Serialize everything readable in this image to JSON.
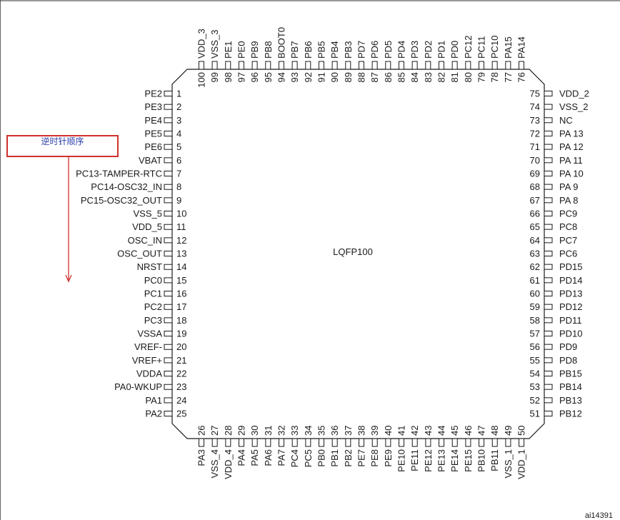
{
  "package": {
    "label": "LQFP100"
  },
  "figure_id": "ai14391",
  "annotation": {
    "text": "逆时针顺序",
    "color": "#d0312d",
    "text_color": "#2b3fa8"
  },
  "pins": {
    "left": [
      "PE2",
      "PE3",
      "PE4",
      "PE5",
      "PE6",
      "VBAT",
      "PC13-TAMPER-RTC",
      "PC14-OSC32_IN",
      "PC15-OSC32_OUT",
      "VSS_5",
      "VDD_5",
      "OSC_IN",
      "OSC_OUT",
      "NRST",
      "PC0",
      "PC1",
      "PC2",
      "PC3",
      "VSSA",
      "VREF-",
      "VREF+",
      "VDDA",
      "PA0-WKUP",
      "PA1",
      "PA2"
    ],
    "bottom": [
      "PA3",
      "VSS_4",
      "VDD_4",
      "PA4",
      "PA5",
      "PA6",
      "PA7",
      "PC4",
      "PC5",
      "PB0",
      "PB1",
      "PB2",
      "PE7",
      "PE8",
      "PE9",
      "PE10",
      "PE11",
      "PE12",
      "PE13",
      "PE14",
      "PE15",
      "PB10",
      "PB11",
      "VSS_1",
      "VDD_1"
    ],
    "right": [
      "PB12",
      "PB13",
      "PB14",
      "PB15",
      "PD8",
      "PD9",
      "PD10",
      "PD11",
      "PD12",
      "PD13",
      "PD14",
      "PD15",
      "PC6",
      "PC7",
      "PC8",
      "PC9",
      "PA 8",
      "PA 9",
      "PA 10",
      "PA 11",
      "PA 12",
      "PA 13",
      "NC",
      "VSS_2",
      "VDD_2"
    ],
    "top": [
      "PA14",
      "PA15",
      "PC10",
      "PC11",
      "PC12",
      "PD0",
      "PD1",
      "PD2",
      "PD3",
      "PD4",
      "PD5",
      "PD6",
      "PD7",
      "PB3",
      "PB4",
      "PB5",
      "PB6",
      "PB7",
      "BOOT0",
      "PB8",
      "PB9",
      "PE0",
      "PE1",
      "VSS_3",
      "VDD_3"
    ]
  }
}
